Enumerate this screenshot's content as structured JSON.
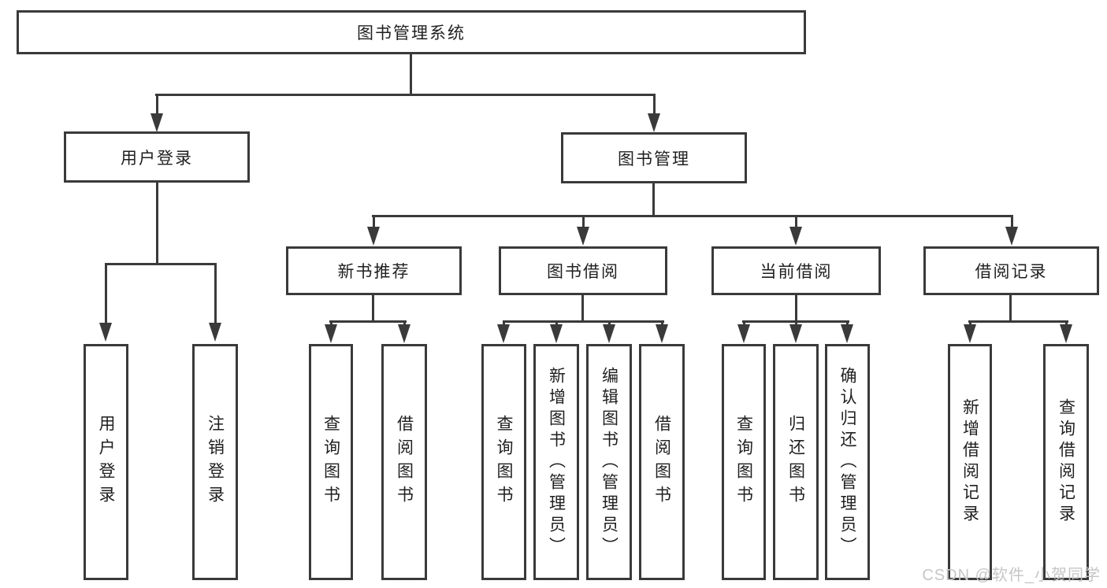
{
  "diagram": {
    "type": "tree-diagram",
    "nodes": {
      "root": "图书管理系统",
      "level2": {
        "user_login": "用户登录",
        "book_management": "图书管理"
      },
      "level3": {
        "new_book_recommend": "新书推荐",
        "book_borrow": "图书借阅",
        "current_borrow": "当前借阅",
        "borrow_records": "借阅记录"
      },
      "leaves": {
        "user_login": [
          "用户登录",
          "注销登录"
        ],
        "new_book_recommend": [
          "查询图书",
          "借阅图书"
        ],
        "book_borrow": [
          "查询图书",
          "新增图书（管理员）",
          "编辑图书（管理员）",
          "借阅图书"
        ],
        "current_borrow": [
          "查询图书",
          "归还图书",
          "确认归还（管理员）"
        ],
        "borrow_records": [
          "新增借阅记录",
          "查询借阅记录"
        ]
      }
    },
    "colors": {
      "line": "#3a3a3a",
      "text": "#1f1f1f",
      "background": "#ffffff",
      "watermark": "#c6c6c6"
    },
    "watermark": "CSDN @软件_小贺同学"
  }
}
